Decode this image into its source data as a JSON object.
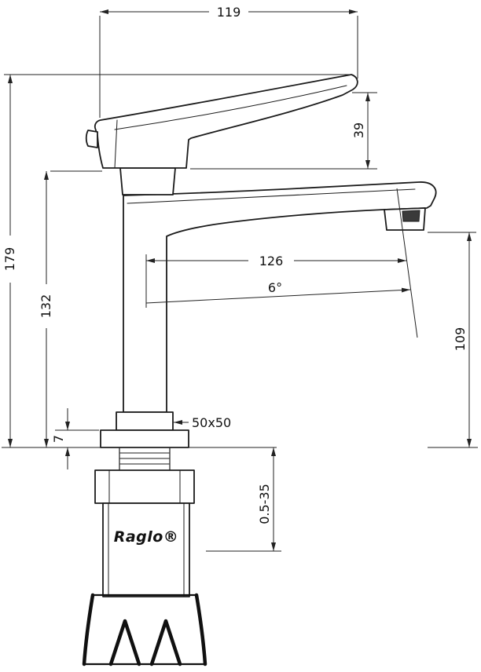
{
  "brand": "Raglo®",
  "dimensions": {
    "handle_width": "119",
    "handle_lift": "39",
    "total_height": "179",
    "body_height": "132",
    "spout_reach": "126",
    "spout_angle": "6°",
    "outlet_height": "109",
    "body_section": "50x50",
    "base_plate_thickness": "7",
    "mounting_thickness_range": "0.5-35"
  }
}
